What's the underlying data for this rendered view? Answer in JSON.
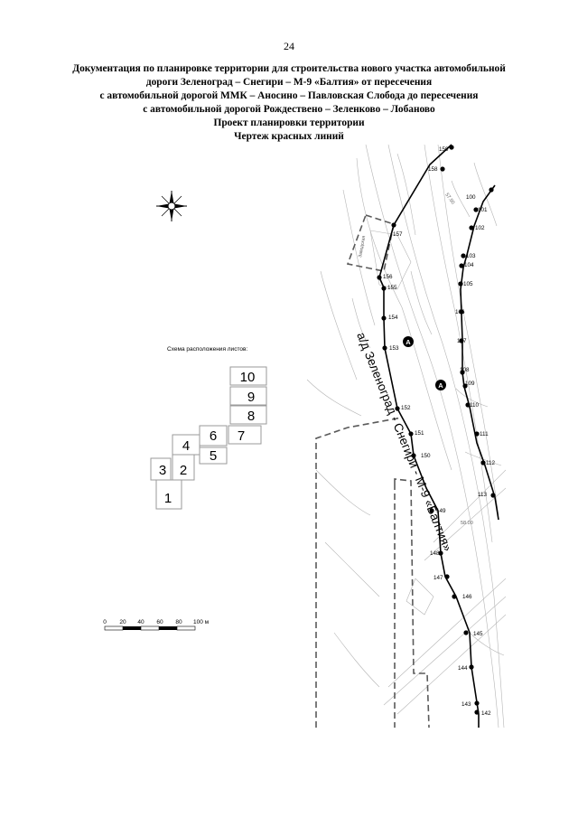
{
  "page_number": "24",
  "title": {
    "lines": [
      "Документация по планировке территории для строительства нового участка автомобильной",
      "дороги Зеленоград – Снегири – М-9 «Балтия» от пересечения",
      "с автомобильной дорогой ММК – Аносино – Павловская Слобода до пересечения",
      "с автомобильной дорогой Рождествено – Зеленково – Лобаново",
      "Проект планировки территории",
      "Чертеж красных линий"
    ]
  },
  "sheet_scheme": {
    "title": "Схема расположения листов:",
    "sheets": [
      "1",
      "2",
      "3",
      "4",
      "5",
      "6",
      "7",
      "8",
      "9",
      "10"
    ]
  },
  "scale_bar": {
    "labels": [
      "0",
      "20",
      "40",
      "60",
      "80",
      "100 м"
    ]
  },
  "map": {
    "road_label": "а/д Зеленоград - Снегири - М-9 «Балтия»",
    "marker_label": "А",
    "small_labels": [
      "57.50",
      "58.00"
    ],
    "left_points": [
      "159",
      "158",
      "157",
      "156",
      "155",
      "154",
      "153",
      "152",
      "151",
      "150",
      "149",
      "148",
      "147",
      "146",
      "145",
      "144",
      "143",
      "142"
    ],
    "right_points": [
      "100",
      "101",
      "102",
      "103",
      "104",
      "105",
      "106",
      "107",
      "108",
      "109",
      "110",
      "111",
      "112",
      "113"
    ]
  }
}
